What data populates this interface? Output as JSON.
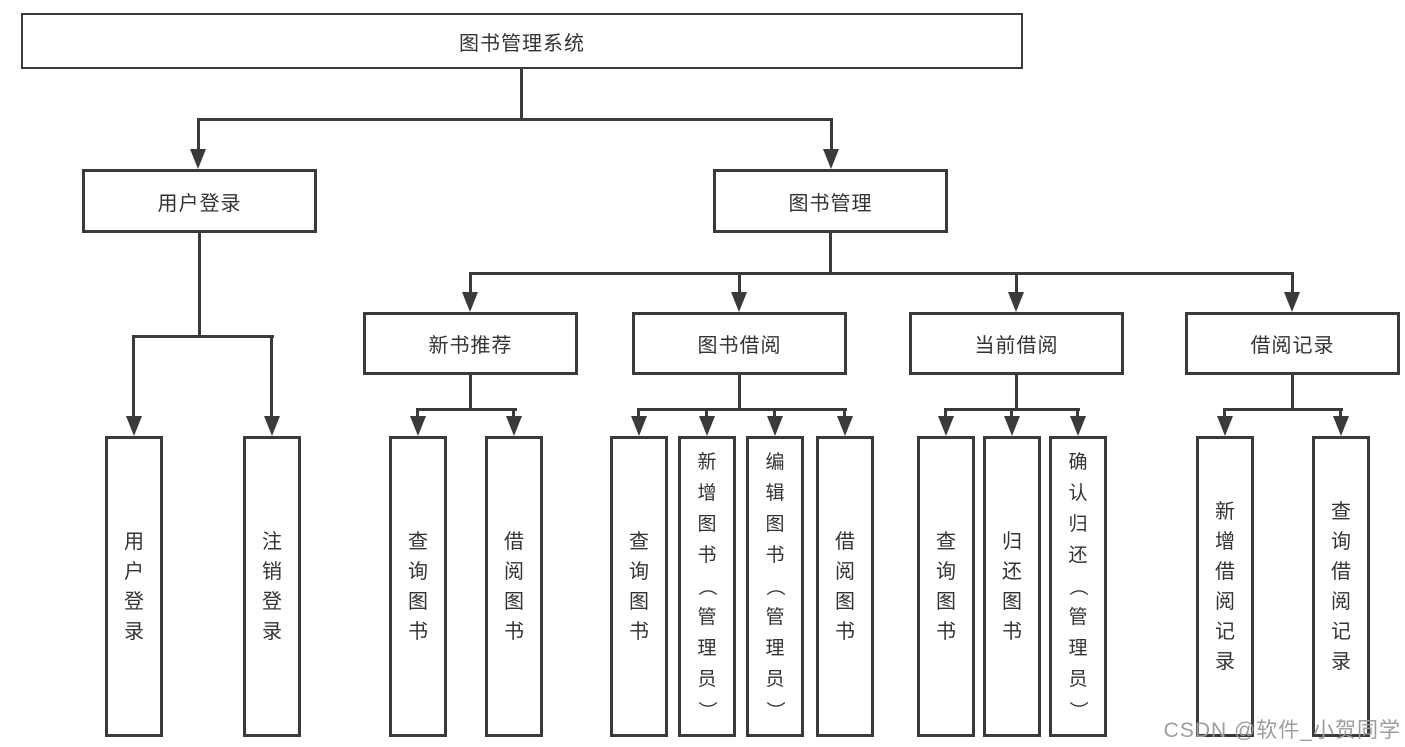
{
  "diagram": {
    "title_node": {
      "label": "图书管理系统"
    },
    "level2": [
      {
        "id": "user-login",
        "label": "用户登录"
      },
      {
        "id": "book-management",
        "label": "图书管理"
      }
    ],
    "level3": [
      {
        "id": "new-book-recommend",
        "label": "新书推荐"
      },
      {
        "id": "book-borrowing",
        "label": "图书借阅"
      },
      {
        "id": "current-borrowing",
        "label": "当前借阅"
      },
      {
        "id": "borrowing-records",
        "label": "借阅记录"
      }
    ],
    "leaves": [
      {
        "id": "user-login",
        "label": "用户登录"
      },
      {
        "id": "logout",
        "label": "注销登录"
      },
      {
        "id": "query-books-1",
        "label": "查询图书"
      },
      {
        "id": "borrow-books-1",
        "label": "借阅图书"
      },
      {
        "id": "query-books-2",
        "label": "查询图书"
      },
      {
        "id": "add-book-admin",
        "label": "新增图书（管理员）"
      },
      {
        "id": "edit-book-admin",
        "label": "编辑图书（管理员）"
      },
      {
        "id": "borrow-books-2",
        "label": "借阅图书"
      },
      {
        "id": "query-books-3",
        "label": "查询图书"
      },
      {
        "id": "return-book",
        "label": "归还图书"
      },
      {
        "id": "confirm-return-admin",
        "label": "确认归还（管理员）"
      },
      {
        "id": "add-borrow-record",
        "label": "新增借阅记录"
      },
      {
        "id": "query-borrow-record",
        "label": "查询借阅记录"
      }
    ]
  },
  "watermark": {
    "text": "CSDN @软件_小贺同学"
  },
  "colors": {
    "line": "#3a3a3a",
    "text": "#333333",
    "watermark": "#9d9d9d",
    "background": "#ffffff"
  }
}
